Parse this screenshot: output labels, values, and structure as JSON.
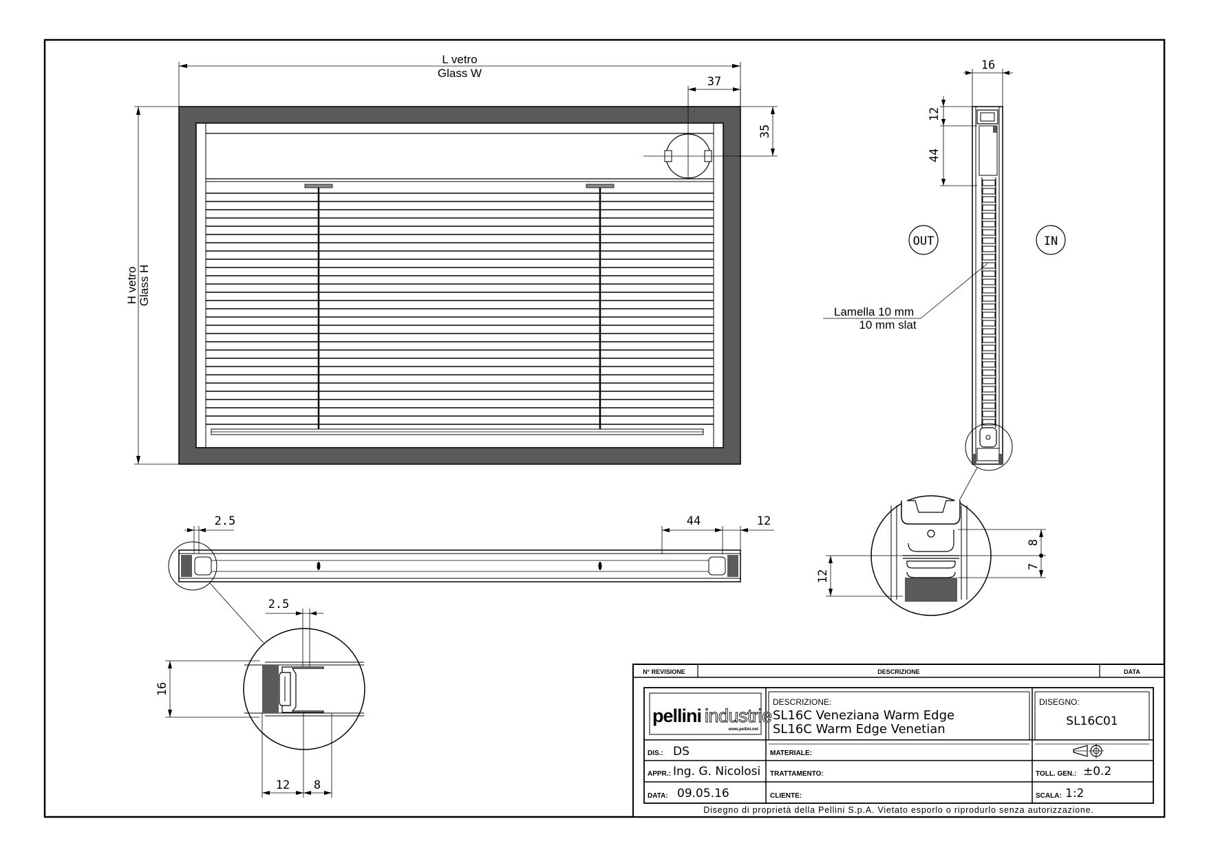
{
  "front_view": {
    "width_label_it": "L vetro",
    "width_label_en": "Glass W",
    "height_label_it": "H vetro",
    "height_label_en": "Glass H",
    "dim_top_right": "37",
    "dim_right_top": "35"
  },
  "side_section": {
    "dim_width": "16",
    "dim_top": "12",
    "dim_head": "44",
    "side_out": "OUT",
    "side_in": "IN",
    "slat_label_it": "Lamella 10 mm",
    "slat_label_en": "10 mm slat",
    "detail_dim_8": "8",
    "detail_dim_7": "7",
    "detail_dim_12": "12"
  },
  "plan_section": {
    "dim_left": "2.5",
    "dim_right_44": "44",
    "dim_right_12": "12"
  },
  "plan_detail": {
    "dim_top": "2.5",
    "dim_left": "16",
    "dim_bottom_12": "12",
    "dim_bottom_8": "8"
  },
  "title_block": {
    "revision_header": "N° REVISIONE",
    "description_header": "DESCRIZIONE",
    "date_header": "DATA",
    "logo_main": "pellini",
    "logo_sub": "industrie",
    "logo_url": "www.pellini.net",
    "description_label": "DESCRIZIONE:",
    "description_it": "SL16C Veneziana Warm Edge",
    "description_en": "SL16C Warm Edge Venetian",
    "drawing_label": "DISEGNO:",
    "drawing_no": "SL16C01",
    "drawn_label": "DIS.:",
    "drawn_value": "DS",
    "approved_label": "APPR.:",
    "approved_value": "Ing. G. Nicolosi",
    "date_label": "DATA:",
    "date_value": "09.05.16",
    "material_label": "MATERIALE:",
    "treatment_label": "TRATTAMENTO:",
    "client_label": "CLIENTE:",
    "tolerance_label": "TOLL. GEN.:",
    "tolerance_value": "±0.2",
    "scale_label": "SCALA:",
    "scale_value": "1:2",
    "footer": "Disegno di proprietà della Pellini S.p.A. Vietato esporlo o riprodurlo senza autorizzazione."
  }
}
